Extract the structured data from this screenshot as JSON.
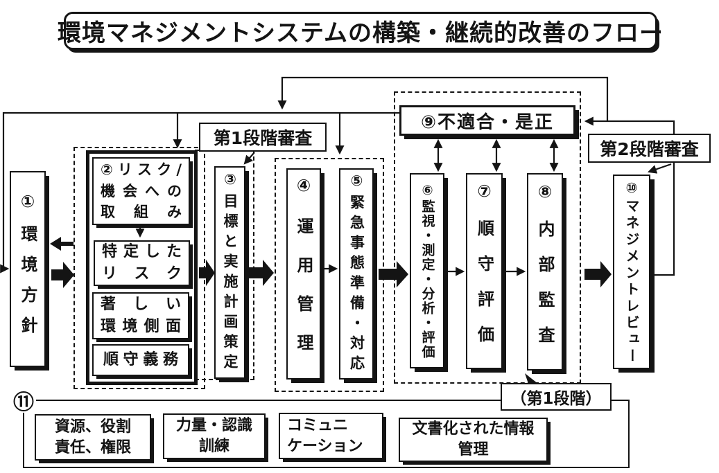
{
  "title": "環境マネジメントシステムの構築・継続的改善のフロー",
  "labels": {
    "stage1_audit": "第1段階審査",
    "stage2_audit": "第2段階審査",
    "stage1_note": "（第1段階）"
  },
  "flow": {
    "box1": "①環境方針",
    "box2": {
      "risk_opportunity_lines": [
        "②リスク/",
        "機会への",
        "取組み"
      ],
      "identified_risk_lines": [
        "特定した",
        "リスク"
      ],
      "significant_aspect_lines": [
        "著しい",
        "環境側面"
      ],
      "compliance_obligation_lines": [
        "順守義務"
      ]
    },
    "box3": "③目標と実施計画策定",
    "box4": "④運用管理",
    "box5": "⑤緊急事態準備・対応",
    "box6": "⑥監視・測定・分析・評価",
    "box7": "⑦順守評価",
    "box8": "⑧内部監査",
    "box9": "⑨不適合・是正",
    "box10": "⑩マネジメントレビュー",
    "box11": {
      "marker": "⑪",
      "resources_lines": [
        "資源、役割",
        "責任、権限"
      ],
      "competence_lines": [
        "力量・認識",
        "訓練"
      ],
      "communication_lines": [
        "コミュニ",
        "ケーション"
      ],
      "documented_info_lines": [
        "文書化された情報",
        "管理"
      ]
    }
  },
  "colors": {
    "ink": "#141414",
    "paper": "#ffffff"
  }
}
